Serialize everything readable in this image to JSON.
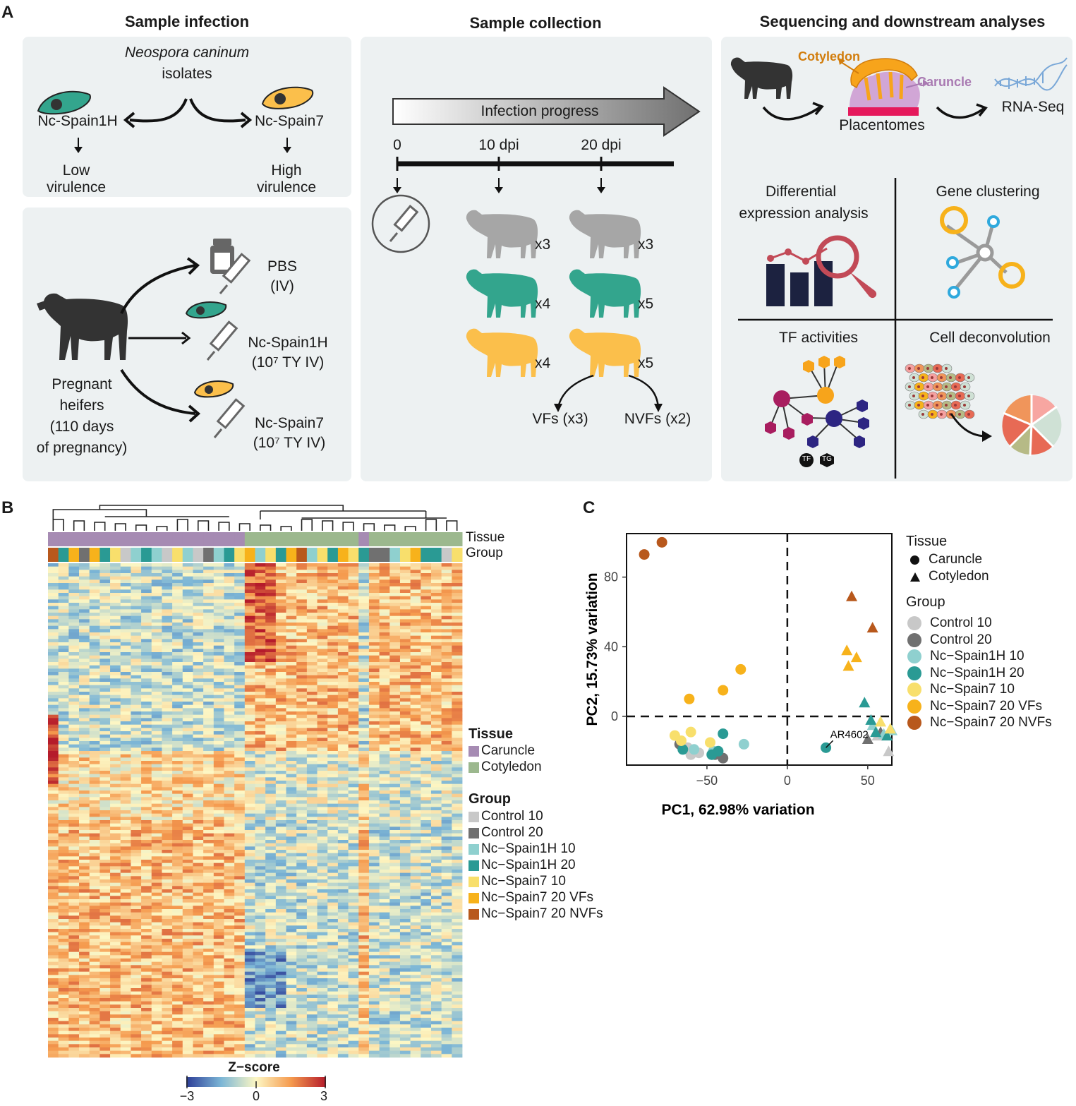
{
  "panel_a": {
    "letter": "A",
    "sample_infection": {
      "title": "Sample infection",
      "species": "Neospora caninum",
      "isolates": "isolates",
      "left_isolate": "Nc-Spain1H",
      "right_isolate": "Nc-Spain7",
      "left_virulence_1": "Low",
      "left_virulence_2": "virulence",
      "right_virulence_1": "High",
      "right_virulence_2": "virulence"
    },
    "inoculation": {
      "pbs": "PBS",
      "pbs_route": "(IV)",
      "nc1h": "Nc-Spain1H",
      "nc1h_dose": "(10⁷ TY IV)",
      "nc7": "Nc-Spain7",
      "nc7_dose": "(10⁷ TY IV)",
      "heifers_1": "Pregnant",
      "heifers_2": "heifers",
      "heifers_3": "(110 days",
      "heifers_4": "of pregnancy)"
    },
    "sample_collection": {
      "title": "Sample collection",
      "arrow_label": "Infection progress",
      "t0": "0",
      "t10": "10 dpi",
      "t20": "20 dpi",
      "counts": [
        {
          "d10": "x3",
          "d20": "x3",
          "color": "#a6a6a6"
        },
        {
          "d10": "x4",
          "d20": "x5",
          "color": "#33a58d"
        },
        {
          "d10": "x4",
          "d20": "x5",
          "color": "#fbbf4b"
        }
      ],
      "vfs": "VFs (x3)",
      "nvfs": "NVFs (x2)"
    },
    "sequencing": {
      "title": "Sequencing and downstream analyses",
      "cotyledon": "Cotyledon",
      "caruncle": "Caruncle",
      "placentomes": "Placentomes",
      "rnaseq": "RNA-Seq",
      "dea_1": "Differential",
      "dea_2": "expression analysis",
      "gene_clustering": "Gene clustering",
      "tf_activities": "TF activities",
      "cell_deconvolution": "Cell deconvolution",
      "tf_badge": "TF",
      "tg_badge": "TG"
    }
  },
  "panel_b": {
    "letter": "B",
    "track_tissue": "Tissue",
    "track_group": "Group",
    "legend_tissue_title": "Tissue",
    "legend_tissue": [
      {
        "label": "Caruncle",
        "color": "#a68bb3"
      },
      {
        "label": "Cotyledon",
        "color": "#9cb88e"
      }
    ],
    "legend_group_title": "Group",
    "legend_group": [
      {
        "label": "Control 10",
        "color": "#c8c8c8"
      },
      {
        "label": "Control 20",
        "color": "#707070"
      },
      {
        "label": "Nc−Spain1H 10",
        "color": "#8fd0cf"
      },
      {
        "label": "Nc−Spain1H 20",
        "color": "#2a9a94"
      },
      {
        "label": "Nc−Spain7 10",
        "color": "#f8df6c"
      },
      {
        "label": "Nc−Spain7 20 VFs",
        "color": "#f7b21b"
      },
      {
        "label": "Nc−Spain7 20 NVFs",
        "color": "#b8581c"
      }
    ],
    "zscore_title": "Z−score",
    "zscore_ticks": [
      "−3",
      "0",
      "3"
    ]
  },
  "panel_c": {
    "letter": "C",
    "chart_data": {
      "type": "scatter",
      "xlabel": "PC1, 62.98% variation",
      "ylabel": "PC2, 15.73% variation",
      "xlim": [
        -100,
        65
      ],
      "ylim": [
        -28,
        105
      ],
      "xticks": [
        -50,
        0,
        50
      ],
      "yticks": [
        0,
        40,
        80
      ],
      "x_tick_labels": [
        "−50",
        "0",
        "50"
      ],
      "y_tick_labels": [
        "0",
        "40",
        "80"
      ],
      "annotation": {
        "text": "AR4602",
        "x": 24,
        "y": -18
      },
      "legend_tissue_title": "Tissue",
      "legend_tissue": [
        {
          "label": "Caruncle",
          "shape": "circle"
        },
        {
          "label": "Cotyledon",
          "shape": "triangle"
        }
      ],
      "legend_group_title": "Group",
      "series": [
        {
          "name": "Control 10",
          "color": "#c8c8c8",
          "points": [
            [
              -60,
              -22,
              "c"
            ],
            [
              -55,
              -21,
              "c"
            ],
            [
              -62,
              -18,
              "c"
            ],
            [
              63,
              -20,
              "t"
            ],
            [
              56,
              -11,
              "t"
            ]
          ]
        },
        {
          "name": "Control 20",
          "color": "#707070",
          "points": [
            [
              -67,
              -16,
              "c"
            ],
            [
              -45,
              -22,
              "c"
            ],
            [
              -40,
              -24,
              "c"
            ],
            [
              50,
              -13,
              "t"
            ],
            [
              58,
              -9,
              "t"
            ]
          ]
        },
        {
          "name": "Nc−Spain1H 10",
          "color": "#8fd0cf",
          "points": [
            [
              -58,
              -19,
              "c"
            ],
            [
              -46,
              -20,
              "c"
            ],
            [
              -27,
              -16,
              "c"
            ],
            [
              53,
              -5,
              "t"
            ],
            [
              60,
              -10,
              "t"
            ],
            [
              65,
              -8,
              "t"
            ]
          ]
        },
        {
          "name": "Nc−Spain1H 20",
          "color": "#2a9a94",
          "points": [
            [
              -65,
              -19,
              "c"
            ],
            [
              -43,
              -20,
              "c"
            ],
            [
              -40,
              -10,
              "c"
            ],
            [
              -47,
              -22,
              "c"
            ],
            [
              24,
              -18,
              "c"
            ],
            [
              48,
              8,
              "t"
            ],
            [
              52,
              -2,
              "t"
            ],
            [
              55,
              -9,
              "t"
            ],
            [
              62,
              -11,
              "t"
            ]
          ]
        },
        {
          "name": "Nc−Spain7 10",
          "color": "#f8df6c",
          "points": [
            [
              -70,
              -11,
              "c"
            ],
            [
              -66,
              -14,
              "c"
            ],
            [
              -60,
              -9,
              "c"
            ],
            [
              -48,
              -15,
              "c"
            ],
            [
              58,
              -3,
              "t"
            ],
            [
              64,
              -7,
              "t"
            ]
          ]
        },
        {
          "name": "Nc−Spain7 20 VFs",
          "color": "#f7b21b",
          "points": [
            [
              -61,
              10,
              "c"
            ],
            [
              -40,
              15,
              "c"
            ],
            [
              -29,
              27,
              "c"
            ],
            [
              37,
              38,
              "t"
            ],
            [
              43,
              34,
              "t"
            ],
            [
              38,
              29,
              "t"
            ]
          ]
        },
        {
          "name": "Nc−Spain7 20 NVFs",
          "color": "#b8581c",
          "points": [
            [
              -89,
              93,
              "c"
            ],
            [
              -78,
              100,
              "c"
            ],
            [
              40,
              69,
              "t"
            ],
            [
              53,
              51,
              "t"
            ]
          ]
        }
      ]
    }
  }
}
